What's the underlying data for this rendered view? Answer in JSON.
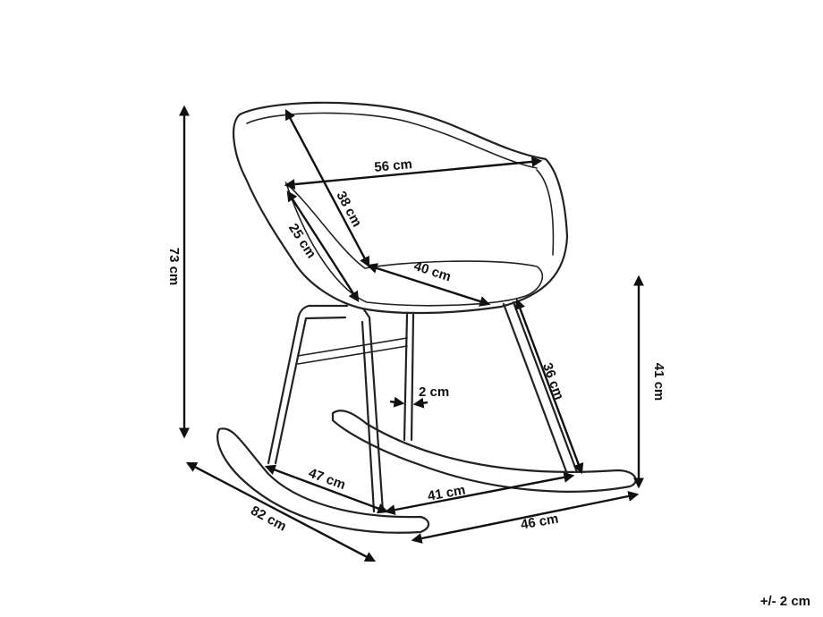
{
  "dimensions": {
    "height_total": "73 cm",
    "seat_width": "56 cm",
    "backrest_diagonal": "38 cm",
    "armrest_height": "25 cm",
    "seat_depth": "40 cm",
    "leg_diameter": "2 cm",
    "rear_leg_length": "36 cm",
    "seat_height": "41 cm",
    "rocker_side": "47 cm",
    "leg_spacing": "41 cm",
    "rocker_length": "82 cm",
    "overall_width": "46 cm"
  },
  "tolerance": "+/- 2 cm",
  "colors": {
    "line": "#222222",
    "background": "#ffffff"
  }
}
